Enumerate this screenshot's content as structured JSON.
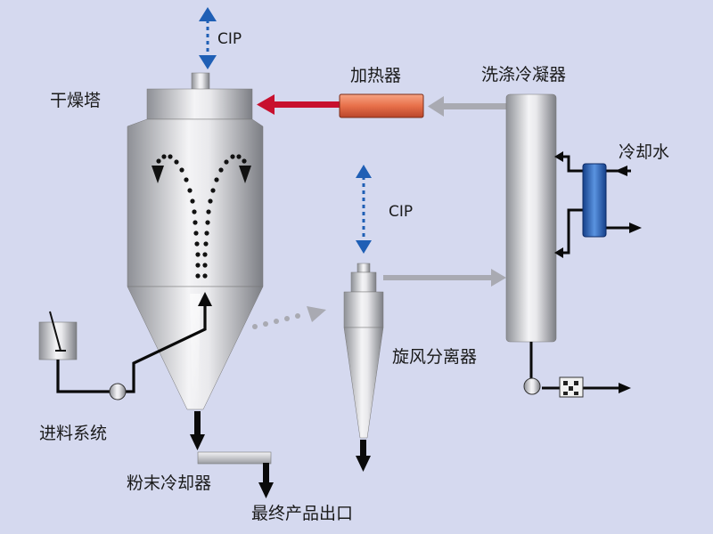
{
  "labels": {
    "cip_top": "CIP",
    "heater": "加热器",
    "condenser": "洗涤冷凝器",
    "tower": "干燥塔",
    "cooling_water": "冷却水",
    "cip_cyclone": "CIP",
    "cyclone": "旋风分离器",
    "feed_system": "进料系统",
    "powder_cooler": "粉末冷却器",
    "product_outlet": "最终产品出口"
  },
  "colors": {
    "background": "#d5d9ef",
    "hot_air": "#c8102e",
    "heater": "#e8704a",
    "return_air": "#a9aab2",
    "cip_arrow": "#1f5fb5",
    "cooler_tube": "#2f6fc4",
    "pipe": "#0a0a0a"
  },
  "icons": {
    "feed_tank": "gauge-tank-icon",
    "pump": "pump-icon",
    "valve": "rotary-valve-icon"
  }
}
